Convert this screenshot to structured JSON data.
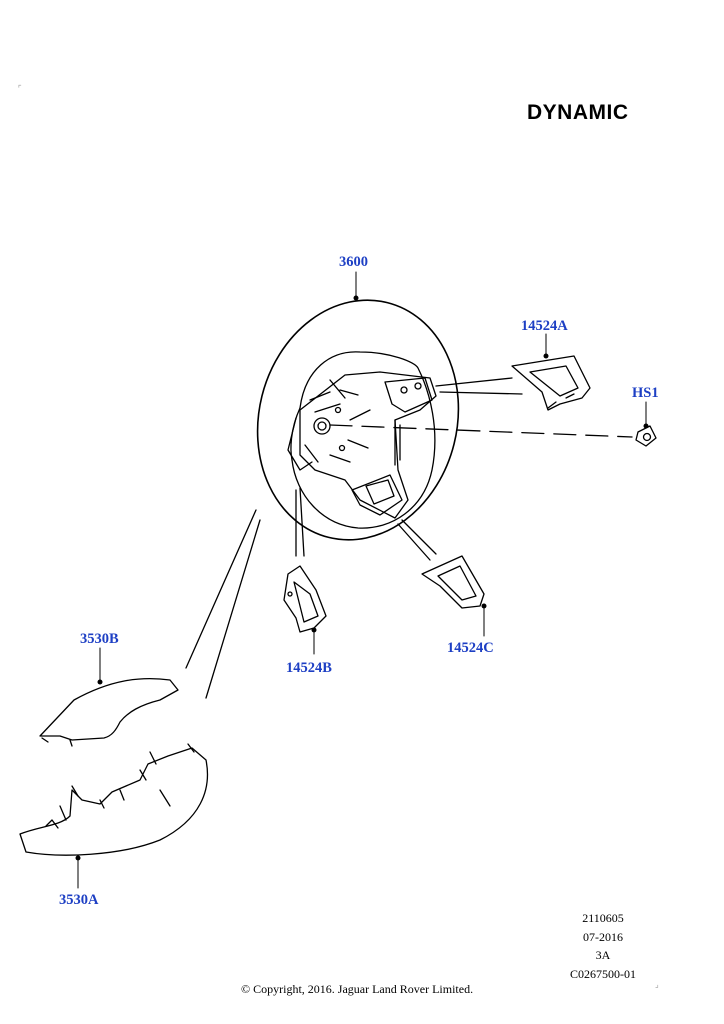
{
  "title": "DYNAMIC",
  "callouts": {
    "steering_wheel": "3600",
    "switch_right": "14524A",
    "screw": "HS1",
    "switch_left": "14524B",
    "switch_lower": "14524C",
    "cover_upper": "3530B",
    "cover_lower": "3530A"
  },
  "meta": {
    "line1": "2110605",
    "line2": "07-2016",
    "line3": "3A",
    "line4": "C0267500-01"
  },
  "copyright": "© Copyright, 2016. Jaguar Land Rover Limited."
}
